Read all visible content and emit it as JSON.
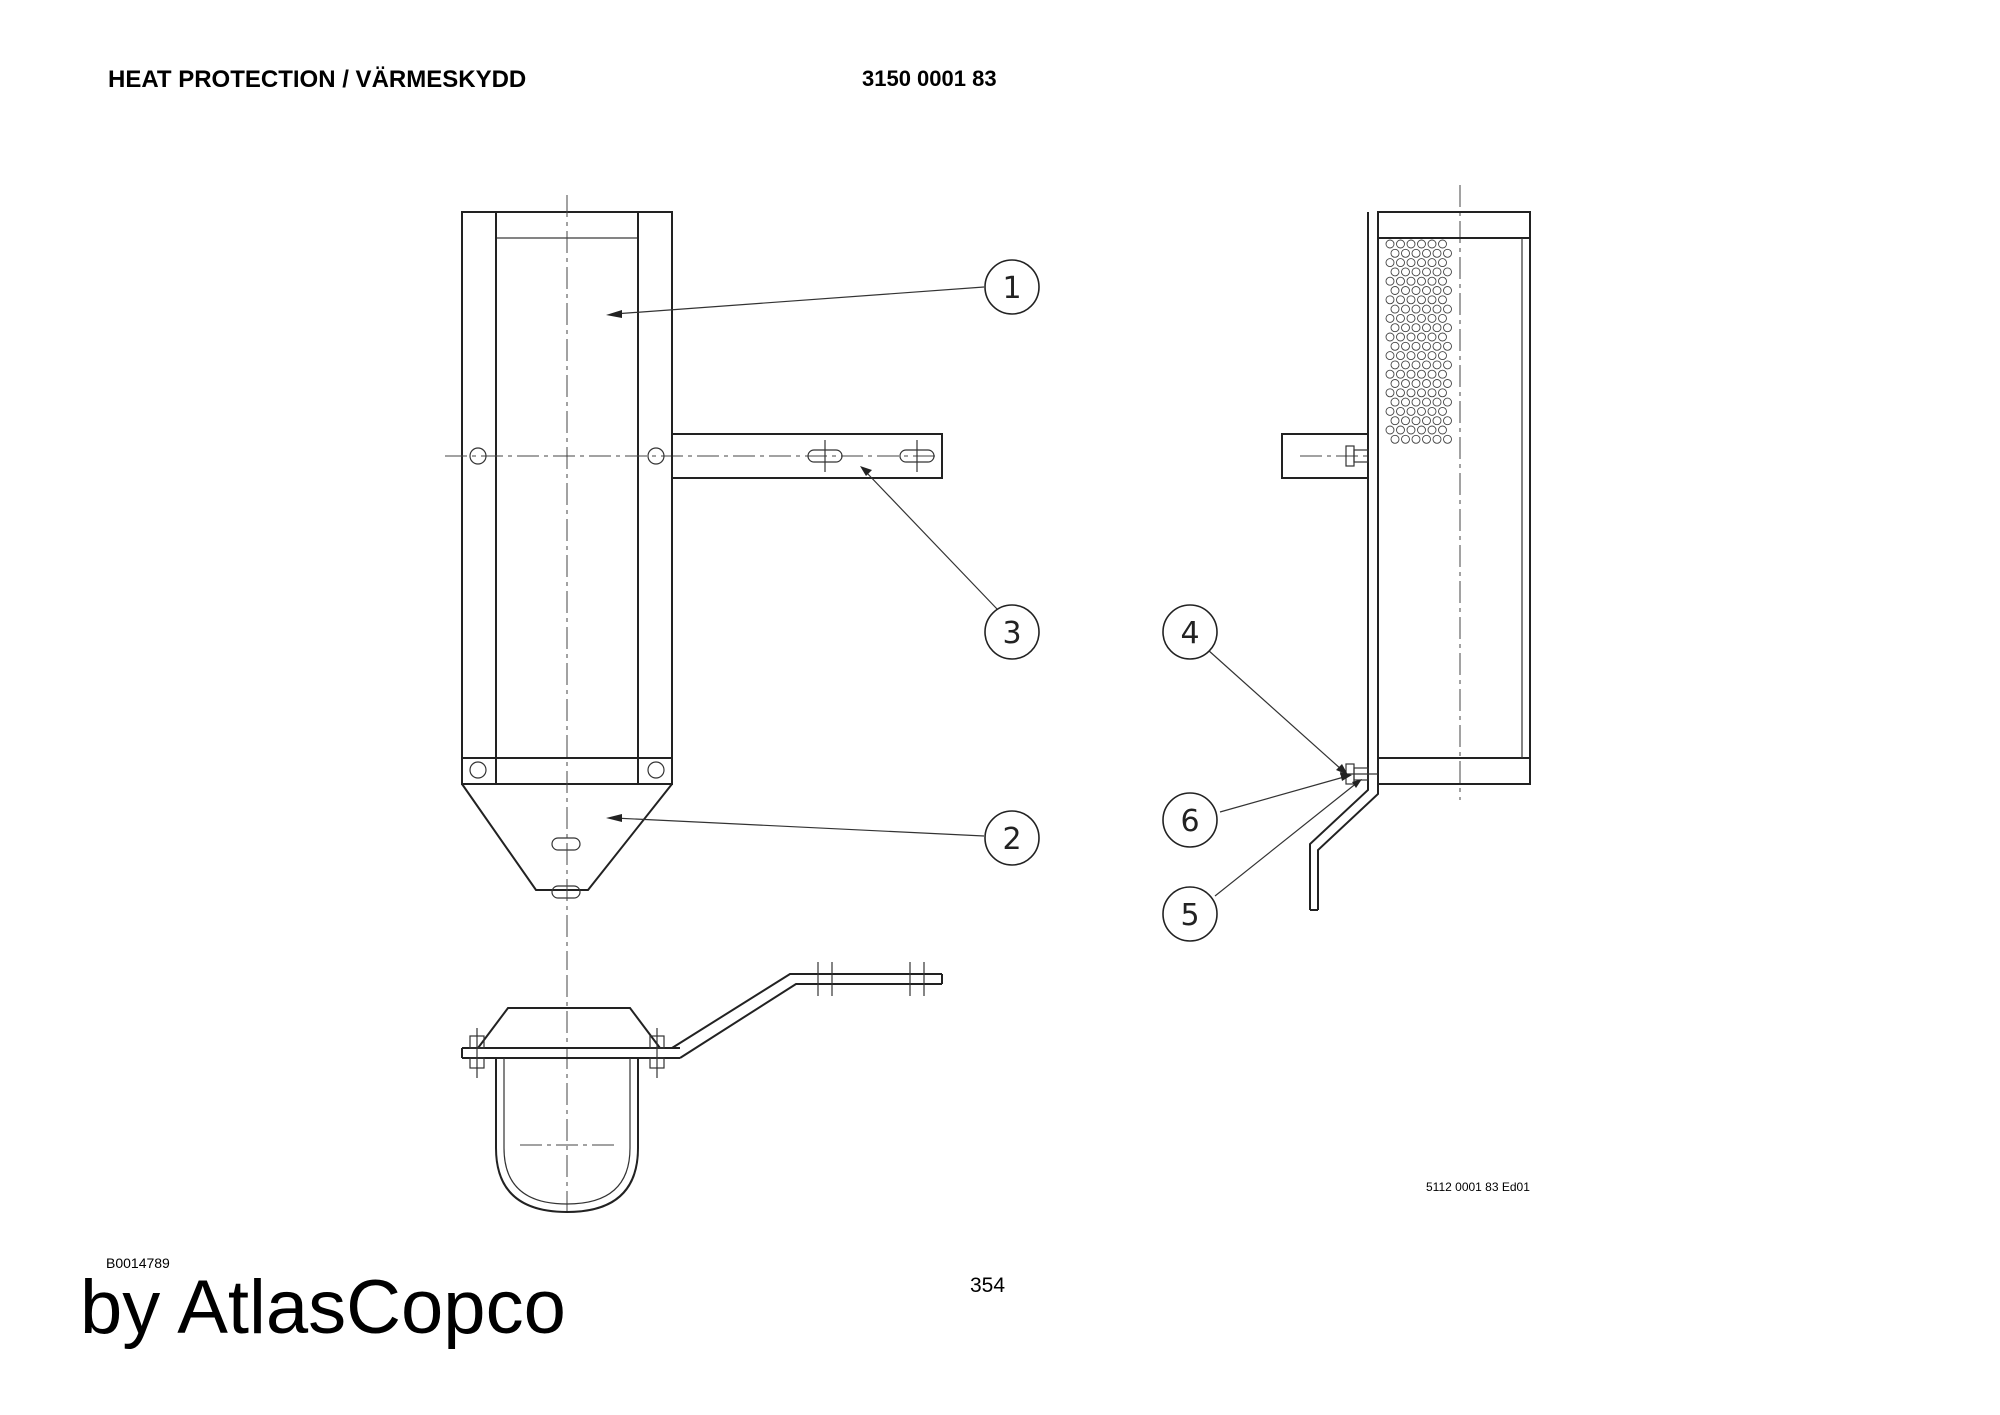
{
  "header": {
    "title": "HEAT PROTECTION / VÄRMESKYDD",
    "part_number": "3150 0001 83"
  },
  "drawing": {
    "reference": "5112 0001 83 Ed01",
    "callouts": [
      "1",
      "2",
      "3",
      "4",
      "5",
      "6"
    ]
  },
  "footer": {
    "document_id": "B0014789",
    "page_number": "354",
    "brand": "by AtlasCopco"
  }
}
